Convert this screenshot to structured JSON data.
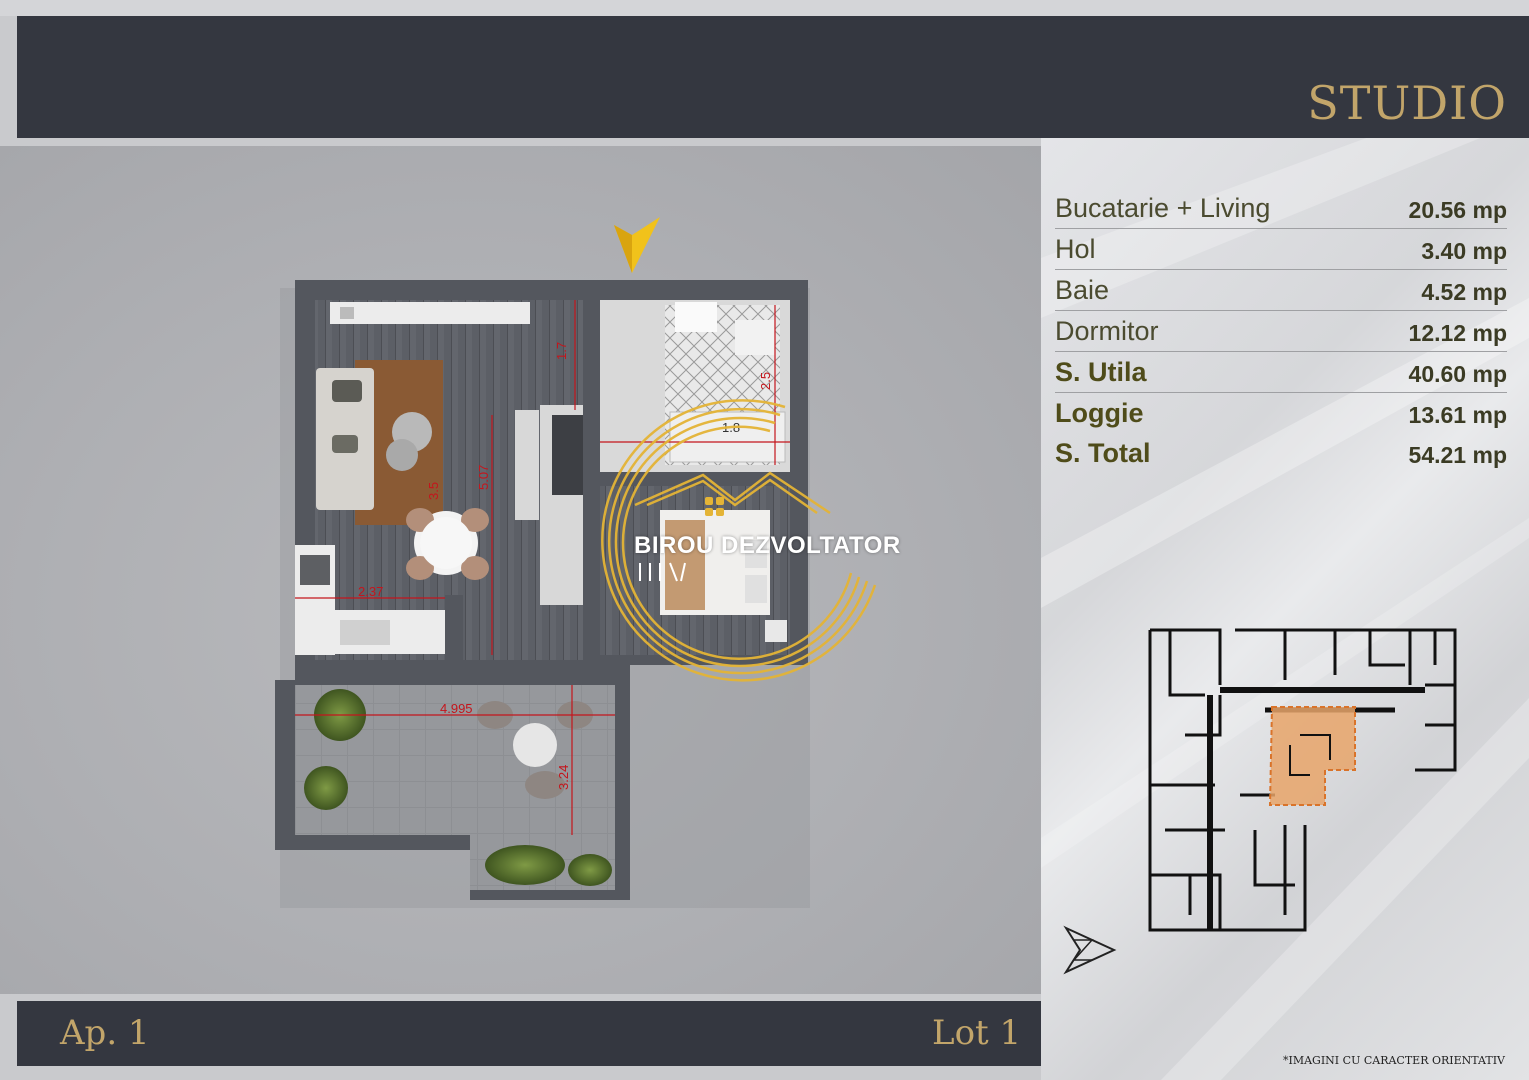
{
  "header": {
    "title": "STUDIO"
  },
  "areas": [
    {
      "label": "Bucatarie + Living",
      "value": "20.56 mp",
      "bold": false
    },
    {
      "label": "Hol",
      "value": "3.40 mp",
      "bold": false
    },
    {
      "label": "Baie",
      "value": "4.52 mp",
      "bold": false
    },
    {
      "label": "Dormitor",
      "value": "12.12 mp",
      "bold": false
    },
    {
      "label": "S. Utila",
      "value": "40.60 mp",
      "bold": true
    },
    {
      "label": "Loggie",
      "value": "13.61 mp",
      "bold": true
    },
    {
      "label": "S. Total",
      "value": "54.21 mp",
      "bold": true
    }
  ],
  "dimensions": {
    "d1": "1.7",
    "d2": "5.07",
    "d3": "2.37",
    "d4": "1.8",
    "d5": "2.5",
    "d6": "4.995",
    "d7": "3.24",
    "d8": "3.5"
  },
  "watermark": {
    "text": "BIROU DEZVOLTATOR"
  },
  "footer": {
    "apartment": "Ap. 1",
    "lot": "Lot 1",
    "disclaimer": "*IMAGINI CU CARACTER ORIENTATIV"
  },
  "colors": {
    "accent_gold": "#c2a56a",
    "bar_dark": "#343740",
    "highlight_orange": "#e8a46a"
  },
  "icons": {
    "entrance": "entrance-arrow-icon",
    "north": "north-compass-icon",
    "logo": "house-logo-icon"
  }
}
